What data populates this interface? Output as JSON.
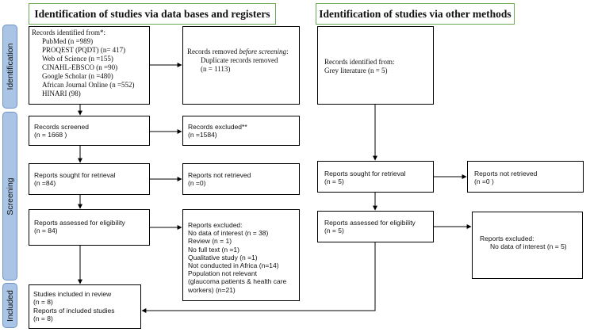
{
  "headers": {
    "databases": "Identification of studies via data bases and registers",
    "other": "Identification of studies via other methods"
  },
  "phases": {
    "identification": "Identification",
    "screening": "Screening",
    "included": "Included"
  },
  "db": {
    "records_identified": {
      "title": "Records identified from*:",
      "sources": [
        "PubMed (n =989)",
        "PROQEST (PQDT) (n= 417)",
        "Web of Science (n =155)",
        "CINAHL-EBSCO (n =90)",
        "Google Scholar (n =480)",
        "African Journal Online (n =552)",
        "HINARI (98)"
      ]
    },
    "records_removed": {
      "title_pre": "Records removed ",
      "title_em": "before screening",
      "title_post": ":",
      "line": "Duplicate records removed",
      "count": "(n = 1113)"
    },
    "records_screened": {
      "label": "Records screened",
      "count": "(n = 1668 )"
    },
    "records_excluded": {
      "label": "Records excluded**",
      "count": "(n =1584)"
    },
    "reports_sought": {
      "label": "Reports sought for retrieval",
      "count": "(n =84)"
    },
    "reports_not_retrieved": {
      "label": "Reports not retrieved",
      "count": "(n =0)"
    },
    "reports_assessed": {
      "label": "Reports assessed for eligibility",
      "count": "(n = 84)"
    },
    "reports_excluded": {
      "lines": [
        "Reports excluded:",
        "No data of interest (n = 38)",
        "Review (n = 1)",
        "No full text (n =1)",
        "Qualitative study (n =1)",
        "Not conducted in Africa (n=14)",
        "Population not relevant",
        "(glaucoma patients & health care",
        "workers) (n=21)"
      ]
    },
    "included": {
      "lines": [
        "Studies included in review",
        "(n = 8)",
        "Reports of included studies",
        "(n =  8)"
      ]
    }
  },
  "other": {
    "records_identified": {
      "label": "Records identified from:",
      "line": "Grey literature (n = 5)"
    },
    "reports_sought": {
      "label": "Reports sought for retrieval",
      "count": "(n = 5)"
    },
    "reports_not_retrieved": {
      "label": "Reports not retrieved",
      "count": "(n =0 )"
    },
    "reports_assessed": {
      "label": "Reports assessed for eligibility",
      "count": "(n = 5)"
    },
    "reports_excluded": {
      "label": "Reports excluded:",
      "line": "No data of interest (n = 5)"
    }
  }
}
